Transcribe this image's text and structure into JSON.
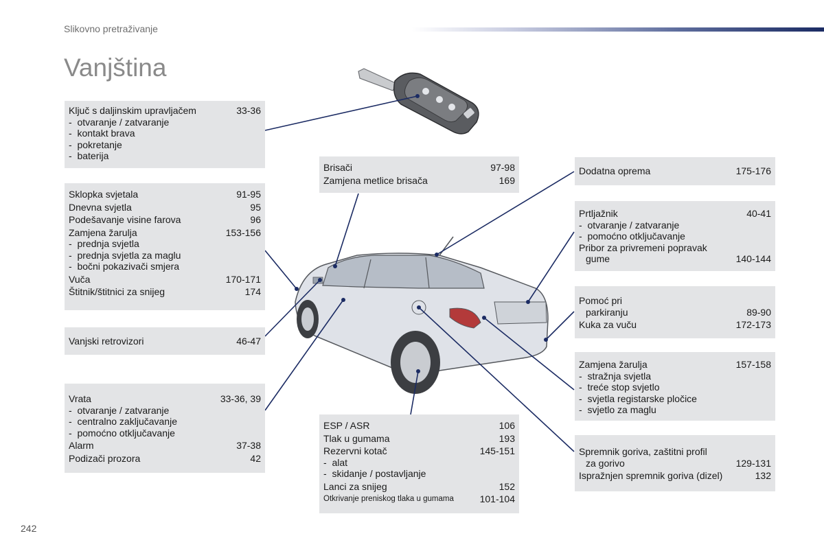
{
  "header": {
    "section": "Slikovno pretraživanje",
    "title": "Vanjština",
    "page_number": "242"
  },
  "boxes": {
    "key": {
      "title": "Ključ s daljinskim upravljačem",
      "pages": "33-36",
      "items": [
        "otvaranje / zatvaranje",
        "kontakt brava",
        "pokretanje",
        "baterija"
      ]
    },
    "lights": {
      "r1": "Sklopka svjetala",
      "p1": "91-95",
      "r2": "Dnevna svjetla",
      "p2": "95",
      "r3": "Podešavanje visine farova",
      "p3": "96",
      "r4": "Zamjena žarulja",
      "p4": "153-156",
      "items": [
        "prednja svjetla",
        "prednja svjetla za maglu",
        "bočni pokazivači smjera"
      ],
      "r5": "Vuča",
      "p5": "170-171",
      "r6": "Štitnik/štitnici za snijeg",
      "p6": "174"
    },
    "mirrors": {
      "title": "Vanjski retrovizori",
      "pages": "46-47"
    },
    "doors": {
      "title": "Vrata",
      "pages": "33-36, 39",
      "items": [
        "otvaranje / zatvaranje",
        "centralno zaključavanje",
        "pomoćno otključavanje"
      ],
      "r2": "Alarm",
      "p2": "37-38",
      "r3": "Podizači prozora",
      "p3": "42"
    },
    "wipers": {
      "r1": "Brisači",
      "p1": "97-98",
      "r2": "Zamjena metlice brisača",
      "p2": "169"
    },
    "esp": {
      "r1": "ESP / ASR",
      "p1": "106",
      "r2": "Tlak u gumama",
      "p2": "193",
      "r3": "Rezervni kotač",
      "p3": "145-151",
      "items": [
        "alat",
        "skidanje / postavljanje"
      ],
      "r4": "Lanci za snijeg",
      "p4": "152",
      "r5": "Otkrivanje preniskog tlaka u gumama",
      "p5": "101-104"
    },
    "accessories": {
      "title": "Dodatna oprema",
      "pages": "175-176"
    },
    "boot": {
      "title": "Prtljažnik",
      "pages": "40-41",
      "items": [
        "otvaranje / zatvaranje",
        "pomoćno otključavanje"
      ],
      "r2a": "Pribor za privremeni popravak",
      "r2b": "gume",
      "p2": "140-144"
    },
    "parking": {
      "r1a": "Pomoć pri",
      "r1b": "parkiranju",
      "p1": "89-90",
      "r2": "Kuka za vuču",
      "p2": "172-173"
    },
    "rear_bulbs": {
      "title": "Zamjena žarulja",
      "pages": "157-158",
      "items": [
        "stražnja svjetla",
        "treće stop svjetlo",
        "svjetla registarske pločice",
        "svjetlo za maglu"
      ]
    },
    "fuel": {
      "r1a": "Spremnik goriva, zaštitni profil",
      "r1b": "za gorivo",
      "p1": "129-131",
      "r2": "Ispražnjen spremnik goriva (dizel)",
      "p2": "132"
    }
  },
  "colors": {
    "box_bg": "#e3e4e6",
    "leader": "#1b2b63",
    "title": "#8a8a8a"
  }
}
